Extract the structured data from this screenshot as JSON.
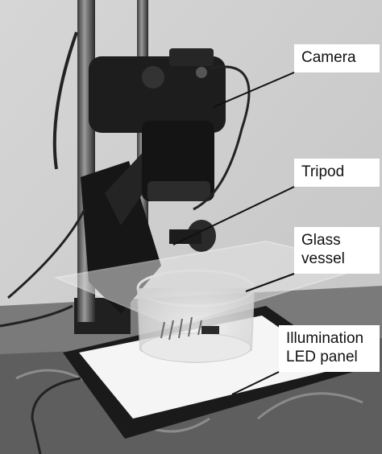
{
  "labels": {
    "camera": "Camera",
    "tripod": "Tripod",
    "glass_vessel": "Glass\nvessel",
    "led_panel": "Illumination\nLED panel"
  }
}
